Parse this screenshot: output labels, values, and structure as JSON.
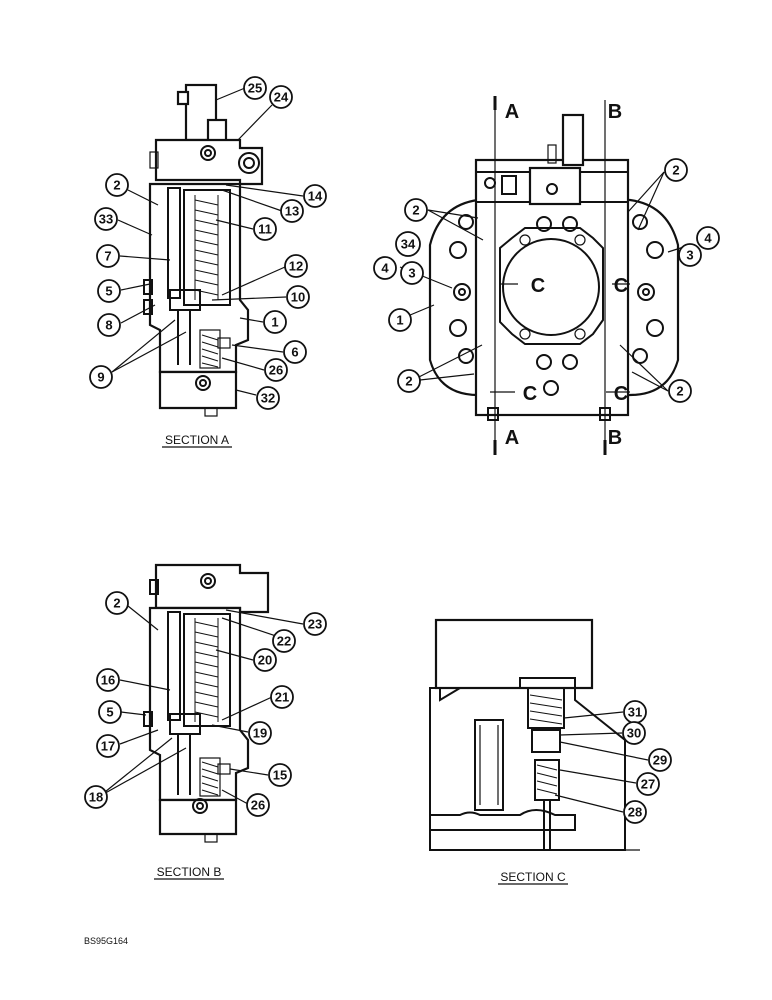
{
  "views": {
    "section_a": {
      "caption": "SECTION A"
    },
    "section_b": {
      "caption": "SECTION B"
    },
    "section_c": {
      "caption": "SECTION C"
    }
  },
  "section_markers": {
    "a_top": "A",
    "b_top": "B",
    "a_bottom": "A",
    "b_bottom": "B",
    "c_left": "C",
    "c_right": "C",
    "c_bottom_left": "C",
    "c_bottom_right": "C"
  },
  "callouts": {
    "section_a": [
      "25",
      "24",
      "2",
      "14",
      "13",
      "33",
      "11",
      "7",
      "12",
      "5",
      "10",
      "1",
      "8",
      "6",
      "9",
      "26",
      "32"
    ],
    "end_view": [
      "2",
      "2",
      "2",
      "34",
      "4",
      "3",
      "3",
      "4",
      "1",
      "2",
      "2"
    ],
    "section_b": [
      "2",
      "23",
      "22",
      "20",
      "16",
      "21",
      "5",
      "19",
      "17",
      "15",
      "18",
      "26"
    ],
    "section_c": [
      "31",
      "30",
      "29",
      "27",
      "28"
    ]
  },
  "drawing_ref": "BS95G164"
}
